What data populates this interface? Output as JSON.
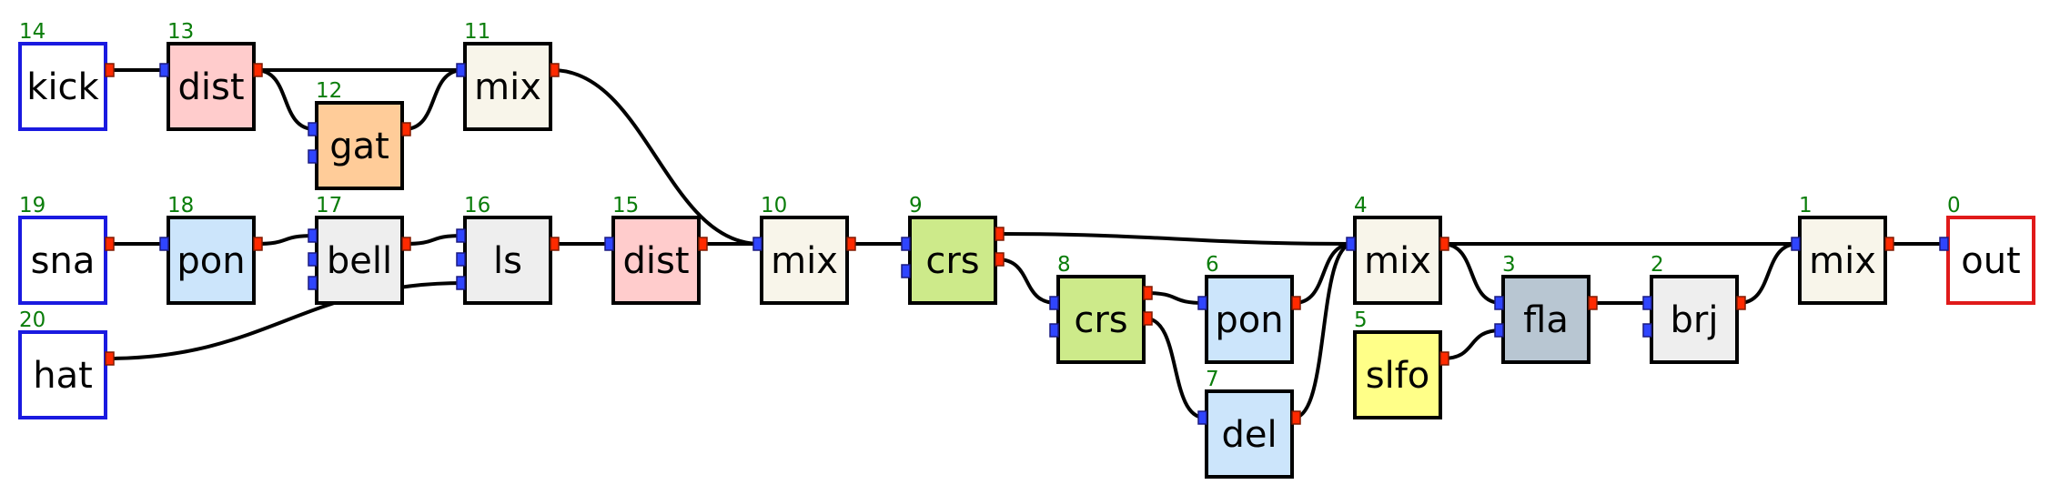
{
  "colors": {
    "id_text": "#0a7d0a",
    "input_port": "#2f45ff",
    "output_port": "#ff2a00",
    "source_border": "#1a1ae0",
    "sink_border": "#e01a1a",
    "dist": "#ffcccc",
    "gat": "#ffcc99",
    "mix": "#f8f5ea",
    "pon": "#cce5fb",
    "bell": "#eeeeee",
    "ls": "#eeeeee",
    "crs": "#cdea8a",
    "del": "#cce5fb",
    "slfo": "#ffff88",
    "fla": "#b8c6d2",
    "brj": "#eeeeee"
  },
  "nodes": [
    {
      "id": "14",
      "label": "kick",
      "kind": "source",
      "fill": "#ffffff",
      "inputs": 0,
      "outputs": 1
    },
    {
      "id": "13",
      "label": "dist",
      "kind": "proc",
      "fill": "#ffcccc",
      "inputs": 1,
      "outputs": 1
    },
    {
      "id": "12",
      "label": "gat",
      "kind": "proc",
      "fill": "#ffcc99",
      "inputs": 2,
      "outputs": 1
    },
    {
      "id": "11",
      "label": "mix",
      "kind": "proc",
      "fill": "#f8f5ea",
      "inputs": 1,
      "outputs": 1
    },
    {
      "id": "19",
      "label": "sna",
      "kind": "source",
      "fill": "#ffffff",
      "inputs": 0,
      "outputs": 1
    },
    {
      "id": "18",
      "label": "pon",
      "kind": "proc",
      "fill": "#cce5fb",
      "inputs": 1,
      "outputs": 1
    },
    {
      "id": "17",
      "label": "bell",
      "kind": "proc",
      "fill": "#eeeeee",
      "inputs": 3,
      "outputs": 1
    },
    {
      "id": "16",
      "label": "ls",
      "kind": "proc",
      "fill": "#eeeeee",
      "inputs": 3,
      "outputs": 1
    },
    {
      "id": "15",
      "label": "dist",
      "kind": "proc",
      "fill": "#ffcccc",
      "inputs": 1,
      "outputs": 1
    },
    {
      "id": "10",
      "label": "mix",
      "kind": "proc",
      "fill": "#f8f5ea",
      "inputs": 1,
      "outputs": 1
    },
    {
      "id": "9",
      "label": "crs",
      "kind": "proc",
      "fill": "#cdea8a",
      "inputs": 2,
      "outputs": 2
    },
    {
      "id": "8",
      "label": "crs",
      "kind": "proc",
      "fill": "#cdea8a",
      "inputs": 2,
      "outputs": 2
    },
    {
      "id": "6",
      "label": "pon",
      "kind": "proc",
      "fill": "#cce5fb",
      "inputs": 1,
      "outputs": 1
    },
    {
      "id": "7",
      "label": "del",
      "kind": "proc",
      "fill": "#cce5fb",
      "inputs": 1,
      "outputs": 1
    },
    {
      "id": "4",
      "label": "mix",
      "kind": "proc",
      "fill": "#f8f5ea",
      "inputs": 1,
      "outputs": 1
    },
    {
      "id": "5",
      "label": "slfo",
      "kind": "proc",
      "fill": "#ffff88",
      "inputs": 0,
      "outputs": 1
    },
    {
      "id": "3",
      "label": "fla",
      "kind": "proc",
      "fill": "#b8c6d2",
      "inputs": 2,
      "outputs": 1
    },
    {
      "id": "2",
      "label": "brj",
      "kind": "proc",
      "fill": "#eeeeee",
      "inputs": 2,
      "outputs": 1
    },
    {
      "id": "1",
      "label": "mix",
      "kind": "proc",
      "fill": "#f8f5ea",
      "inputs": 1,
      "outputs": 1
    },
    {
      "id": "20",
      "label": "hat",
      "kind": "source",
      "fill": "#ffffff",
      "inputs": 0,
      "outputs": 1
    },
    {
      "id": "0",
      "label": "out",
      "kind": "sink",
      "fill": "#ffffff",
      "inputs": 1,
      "outputs": 0
    }
  ],
  "edges": [
    {
      "from": "14",
      "out": 0,
      "to": "13",
      "in": 0
    },
    {
      "from": "13",
      "out": 0,
      "to": "11",
      "in": 0
    },
    {
      "from": "13",
      "out": 0,
      "to": "12",
      "in": 0
    },
    {
      "from": "12",
      "out": 0,
      "to": "11",
      "in": 0
    },
    {
      "from": "11",
      "out": 0,
      "to": "10",
      "in": 0
    },
    {
      "from": "19",
      "out": 0,
      "to": "18",
      "in": 0
    },
    {
      "from": "18",
      "out": 0,
      "to": "17",
      "in": 0
    },
    {
      "from": "17",
      "out": 0,
      "to": "16",
      "in": 0
    },
    {
      "from": "16",
      "out": 0,
      "to": "15",
      "in": 0
    },
    {
      "from": "20",
      "out": 0,
      "to": "16",
      "in": 2
    },
    {
      "from": "16",
      "out": 0,
      "to": "10",
      "in": 0
    },
    {
      "from": "15",
      "out": 0,
      "to": "10",
      "in": 0
    },
    {
      "from": "10",
      "out": 0,
      "to": "9",
      "in": 0
    },
    {
      "from": "9",
      "out": 0,
      "to": "4",
      "in": 0
    },
    {
      "from": "9",
      "out": 1,
      "to": "8",
      "in": 0
    },
    {
      "from": "8",
      "out": 0,
      "to": "6",
      "in": 0
    },
    {
      "from": "8",
      "out": 1,
      "to": "7",
      "in": 0
    },
    {
      "from": "6",
      "out": 0,
      "to": "4",
      "in": 0
    },
    {
      "from": "7",
      "out": 0,
      "to": "4",
      "in": 0
    },
    {
      "from": "4",
      "out": 0,
      "to": "1",
      "in": 0
    },
    {
      "from": "4",
      "out": 0,
      "to": "3",
      "in": 0
    },
    {
      "from": "5",
      "out": 0,
      "to": "3",
      "in": 1
    },
    {
      "from": "3",
      "out": 0,
      "to": "2",
      "in": 0
    },
    {
      "from": "2",
      "out": 0,
      "to": "1",
      "in": 0
    },
    {
      "from": "1",
      "out": 0,
      "to": "0",
      "in": 0
    }
  ]
}
